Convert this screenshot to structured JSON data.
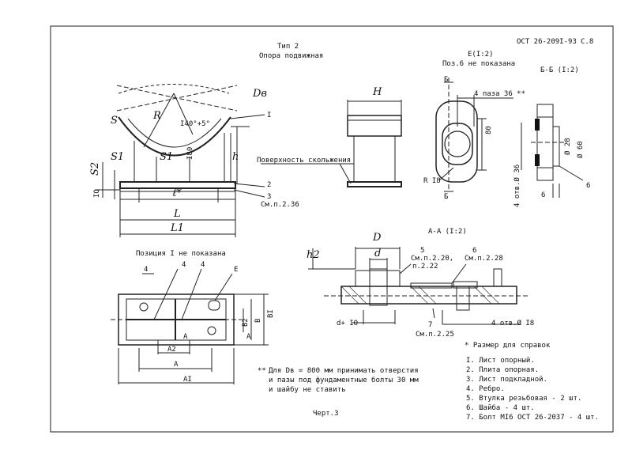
{
  "header": {
    "type_label": "Тип 2",
    "type_name": "Опора подвижная",
    "standard": "ОСТ 26-209I-93",
    "sheet": "С.8"
  },
  "views": {
    "view_e_title": "Е(I:2)",
    "view_e_note": "Поз.6 не показана",
    "view_bb_title": "Б-Б (I:2)",
    "view_aa_title": "А-А (I:2)",
    "plan_note": "Позиция I не показана"
  },
  "front_view": {
    "dim_dv": "Dв",
    "dim_s": "S",
    "dim_r": "R",
    "angle": "I40°+5°",
    "dim_s1_left": "S1",
    "dim_s1_mid": "S1",
    "dim_180": "I80",
    "dim_h": "h",
    "dim_s2": "S2",
    "dim_10": "IO",
    "dim_l_star": "ℓ*",
    "dim_l": "L",
    "dim_l1": "L1",
    "callout_1": "I",
    "callout_2": "2",
    "callout_3": "3",
    "note_236": "См.п.2.36"
  },
  "side_view": {
    "dim_h": "H",
    "sliding_surface": "Поверхность скольжения"
  },
  "view_e": {
    "slots": "4 паза 36 **",
    "dim_80": "80",
    "radius": "R I8",
    "cut_b_top": "Б",
    "cut_b_bottom": "Б",
    "holes": "4 отв.Ø 36"
  },
  "view_bb": {
    "dim_28": "Ø 28",
    "dim_60": "Ø 60",
    "dim_6": "6",
    "callout_6": "6"
  },
  "section_aa": {
    "dim_d_big": "D",
    "dim_d_small": "d",
    "dim_h2": "h2",
    "callout_5": "5",
    "note_5": "См.п.2.20,",
    "note_5b": "п.2.22",
    "callout_6": "6",
    "note_6": "См.п.2.28",
    "callout_7": "7",
    "note_7": "См.п.2.25",
    "dim_d10": "d+ IO",
    "holes": "4 отв.Ø I8"
  },
  "plan_view": {
    "callout_4a": "4",
    "callout_4b": "4",
    "callout_4c": "4",
    "view_e": "Е",
    "dim_a2": "A2",
    "dim_a": "A",
    "dim_a_left": "A",
    "dim_a_right": "A",
    "dim_a1": "AI",
    "dim_b": "B",
    "dim_b1": "BI",
    "dim_b2": "B2"
  },
  "notes": {
    "footnote_mark": "**",
    "footnote_line1": "Для Dв = 800 мм принимать отверстия",
    "footnote_line2": "и пазы под фундаментные болты 30 мм",
    "footnote_line3": "и шайбу не ставить",
    "reference_note": "* Размер для справок",
    "drawing_label": "Черт.3"
  },
  "parts_list": [
    "I. Лист опорный.",
    "2. Плита опорная.",
    "3. Лист подкладной.",
    "4. Ребро.",
    "5. Втулка резьбовая - 2 шт.",
    "6. Шайба - 4 шт.",
    "7. Болт МI6 ОСТ 26-2037 - 4 шт."
  ]
}
